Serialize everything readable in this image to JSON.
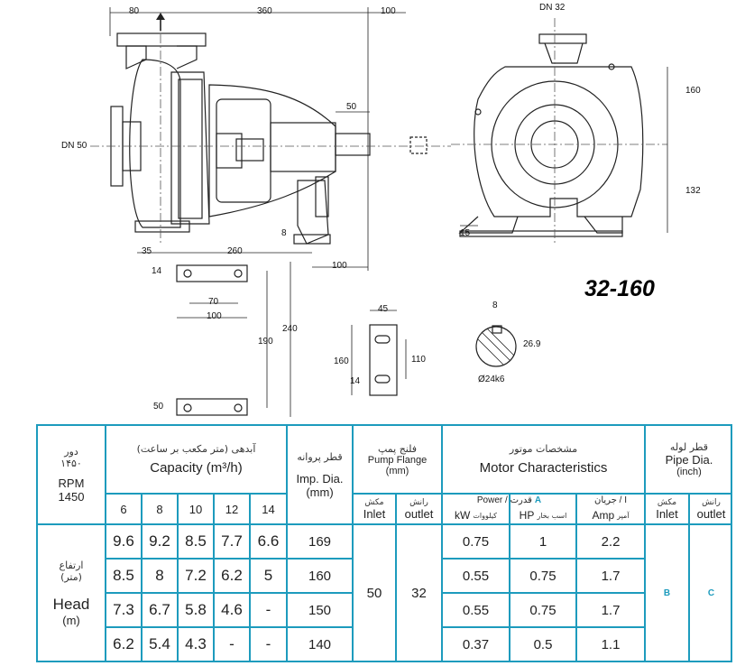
{
  "model": "32-160",
  "drawing": {
    "dims_side": {
      "d80": "80",
      "d360": "360",
      "d100_top": "100",
      "d50": "50",
      "dn50": "DN 50",
      "d8": "8",
      "d35": "35",
      "d260": "260",
      "d100_right": "100",
      "d14": "14",
      "d70": "70",
      "d100_base": "100",
      "d190": "190",
      "d240": "240",
      "d50_base": "50"
    },
    "dims_front": {
      "dn32": "DN 32",
      "d160": "160",
      "d132": "132",
      "d15": "15"
    },
    "dims_flange": {
      "d45": "45",
      "d160": "160",
      "d110": "110",
      "d14": "14"
    },
    "dims_shaft": {
      "d8": "8",
      "d26_9": "26.9",
      "d24k6": "Ø24k6"
    }
  },
  "table": {
    "rpm": {
      "fa_label": "دور",
      "fa_value": "۱۴۵۰",
      "label": "RPM",
      "value": "1450"
    },
    "capacity": {
      "fa": "آبدهی (متر مکعب بر ساعت)",
      "en": "Capacity (m³/h)",
      "columns": [
        "6",
        "8",
        "10",
        "12",
        "14"
      ]
    },
    "imp_dia": {
      "fa": "قطر پروانه",
      "en": "Imp. Dia.",
      "unit": "(mm)"
    },
    "pump_flange": {
      "fa": "فلنج پمپ",
      "en": "Pump Flange",
      "unit": "(mm)",
      "inlet_fa": "مکش",
      "inlet": "Inlet",
      "outlet_fa": "رانش",
      "outlet": "outlet",
      "inlet_value": "50",
      "outlet_value": "32"
    },
    "motor": {
      "fa": "مشخصات موتور",
      "en": "Motor Characteristics",
      "power_label": "Power / قدرت",
      "power_mark": "A",
      "current_label": "جریان / I",
      "kw_fa": "کیلووات",
      "kw": "kW",
      "hp": "HP",
      "hp_fa": "اسب بخار",
      "amp": "Amp",
      "amp_fa": "آمپر"
    },
    "pipe_dia": {
      "fa": "قطر لوله",
      "en": "Pipe Dia.",
      "unit": "(inch)",
      "inlet_fa": "مکش",
      "inlet": "Inlet",
      "outlet_fa": "رانش",
      "outlet": "outlet",
      "inlet_value": "B",
      "outlet_value": "C"
    },
    "head": {
      "fa": "ارتفاع",
      "fa_unit": "(متر)",
      "en": "Head",
      "unit": "(m)"
    },
    "rows": [
      {
        "heads": [
          "9.6",
          "9.2",
          "8.5",
          "7.7",
          "6.6"
        ],
        "imp": "169",
        "kw": "0.75",
        "hp": "1",
        "amp": "2.2"
      },
      {
        "heads": [
          "8.5",
          "8",
          "7.2",
          "6.2",
          "5"
        ],
        "imp": "160",
        "kw": "0.55",
        "hp": "0.75",
        "amp": "1.7"
      },
      {
        "heads": [
          "7.3",
          "6.7",
          "5.8",
          "4.6",
          "-"
        ],
        "imp": "150",
        "kw": "0.55",
        "hp": "0.75",
        "amp": "1.7"
      },
      {
        "heads": [
          "6.2",
          "5.4",
          "4.3",
          "-",
          "-"
        ],
        "imp": "140",
        "kw": "0.37",
        "hp": "0.5",
        "amp": "1.1"
      }
    ]
  }
}
